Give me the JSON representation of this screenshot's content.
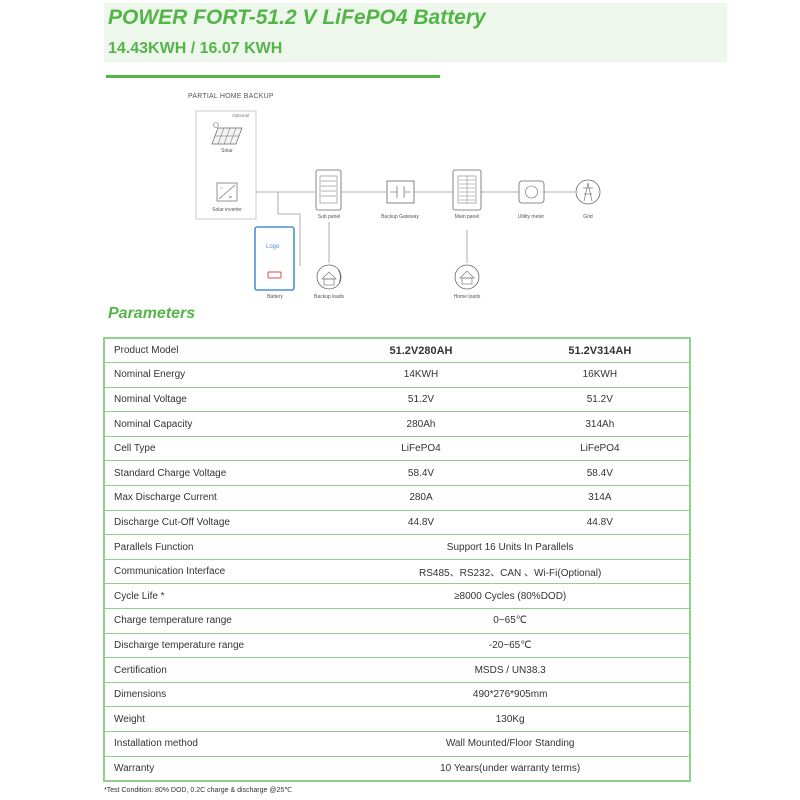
{
  "header": {
    "title": "POWER  FORT-51.2 V LiFePO4  Battery",
    "subtitle": "14.43KWH  /  16.07 KWH"
  },
  "diagram": {
    "title": "PARTIAL HOME BACKUP",
    "labels": {
      "optional": "Optional",
      "solar": "Solar",
      "solar_inverter": "Solar inverter",
      "sub_panel": "Sub panel",
      "backup_gateway": "Backup Gateway",
      "main_panel": "Main panel",
      "utility_meter": "Utility meter",
      "grid": "Grid",
      "battery_logo": "Logo",
      "battery": "Battery",
      "backup_loads": "Backup loads",
      "home_loads": "Home loads"
    },
    "colors": {
      "battery_accent": "#4a90d9",
      "battery_button": "#e04a4a",
      "lines": "#9a9a9a"
    }
  },
  "parameters": {
    "heading": "Parameters",
    "rows": [
      {
        "label": "Product Model",
        "a": "51.2V280AH",
        "b": "51.2V314AH"
      },
      {
        "label": "Nominal Energy",
        "a": "14KWH",
        "b": "16KWH"
      },
      {
        "label": "Nominal Voltage",
        "a": "51.2V",
        "b": "51.2V"
      },
      {
        "label": "Nominal Capacity",
        "a": "280Ah",
        "b": "314Ah"
      },
      {
        "label": "Cell Type",
        "a": "LiFePO4",
        "b": "LiFePO4"
      },
      {
        "label": "Standard Charge Voltage",
        "a": "58.4V",
        "b": "58.4V"
      },
      {
        "label": "Max Discharge Current",
        "a": "280A",
        "b": "314A"
      },
      {
        "label": "Discharge Cut-Off Voltage",
        "a": "44.8V",
        "b": "44.8V"
      },
      {
        "label": "Parallels Function",
        "v": "Support 16 Units In Parallels"
      },
      {
        "label": "Communication Interface",
        "v": "RS485、RS232、CAN 、Wi-Fi(Optional)"
      },
      {
        "label": "Cycle Life *",
        "v": "≥8000 Cycles (80%DOD)"
      },
      {
        "label": "Charge temperature range",
        "v": "0~65℃"
      },
      {
        "label": "Discharge temperature range",
        "v": "-20~65℃"
      },
      {
        "label": "Certification",
        "v": "MSDS / UN38.3"
      },
      {
        "label": "Dimensions",
        "v": "490*276*905mm"
      },
      {
        "label": "Weight",
        "v": "130Kg"
      },
      {
        "label": "Installation method",
        "v": "Wall Mounted/Floor Standing"
      },
      {
        "label": "Warranty",
        "v": "10 Years(under warranty terms)"
      }
    ]
  },
  "footnote": "*Test Condition: 80% DOD, 0.2C charge & discharge @25℃",
  "colors": {
    "accent_green": "#53b548",
    "table_border": "#8fd08a",
    "header_band": "#eef7ec"
  }
}
